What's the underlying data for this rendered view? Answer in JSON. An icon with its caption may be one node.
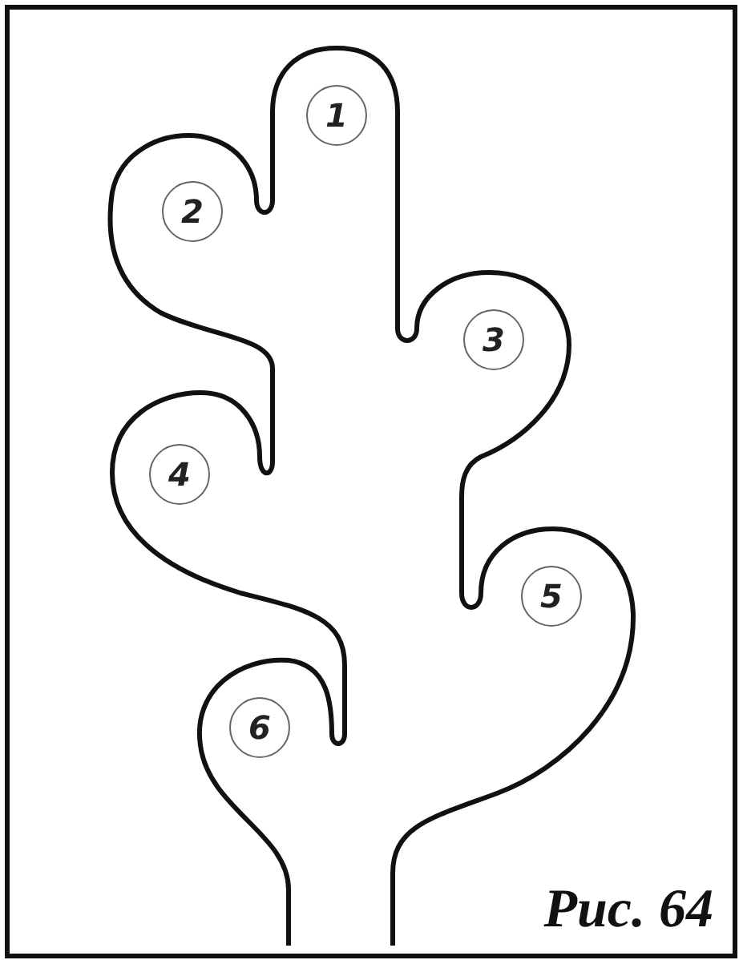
{
  "diagram": {
    "caption": "Рис. 64",
    "nodes": [
      {
        "text": [
          "1"
        ]
      },
      {
        "text": [
          "2"
        ]
      },
      {
        "text": [
          "3"
        ]
      },
      {
        "text": [
          "4"
        ]
      },
      {
        "text": [
          "5"
        ]
      },
      {
        "text": [
          "6"
        ]
      }
    ],
    "edges": []
  }
}
